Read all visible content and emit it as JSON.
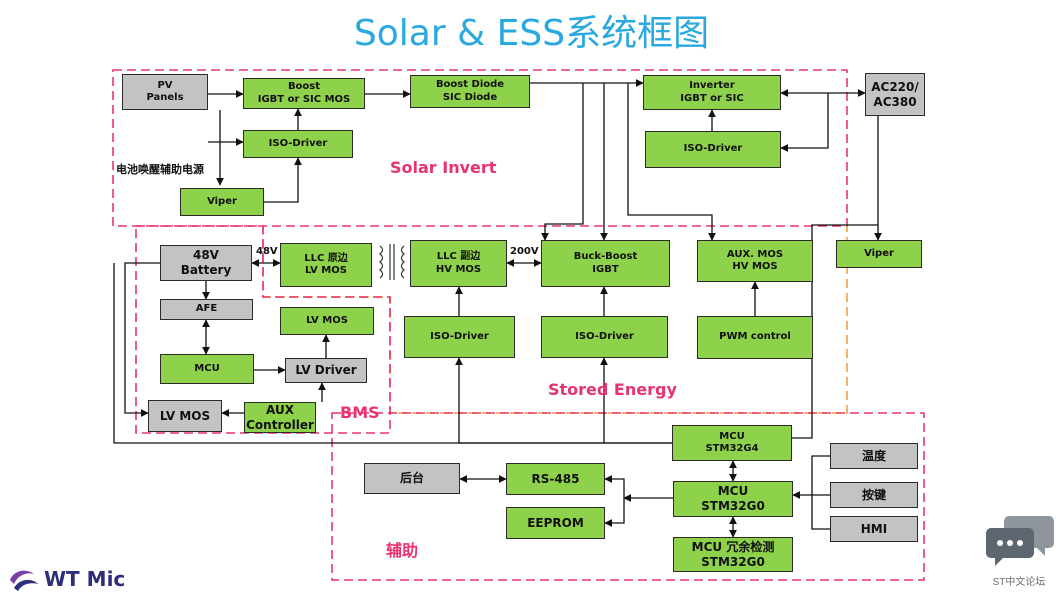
{
  "title": "Solar & ESS系统框图",
  "regions": {
    "solar": "Solar Invert",
    "stored": "Stored Energy",
    "bms": "BMS",
    "aux": "辅助"
  },
  "notes": {
    "wake_power": "电池唤醒辅助电源",
    "v48": "48V",
    "v200": "200V"
  },
  "blocks": {
    "pv": "PV\nPanels",
    "boost": "Boost\nIGBT or SIC MOS",
    "boost_diode": "Boost Diode\nSIC Diode",
    "inverter": "Inverter\nIGBT or SIC",
    "ac": "AC220/\nAC380",
    "iso_boost": "ISO-Driver",
    "iso_inv": "ISO-Driver",
    "viper_left": "Viper",
    "viper_right": "Viper",
    "battery": "48V\nBattery",
    "llc_pri": "LLC 原边\nLV MOS",
    "llc_sec": "LLC 副边\nHV MOS",
    "buckboost": "Buck-Boost\nIGBT",
    "aux_mos": "AUX. MOS\nHV MOS",
    "afe": "AFE",
    "lv_mos_top": "LV MOS",
    "mcu_bms": "MCU",
    "lv_driver": "LV Driver",
    "lv_mos_bottom": "LV MOS",
    "aux_ctrl": "AUX\nController",
    "iso_llc": "ISO-Driver",
    "iso_bb": "ISO-Driver",
    "pwm": "PWM control",
    "mcu_g4": "MCU\nSTM32G4",
    "backend": "后台",
    "rs485": "RS-485",
    "eeprom": "EEPROM",
    "mcu_g0": "MCU\nSTM32G0",
    "mcu_red": "MCU 冗余检测\nSTM32G0",
    "temp": "温度",
    "key": "按键",
    "hmi": "HMI"
  },
  "logo": {
    "text": "WT Mic",
    "icon": "wt-swirl-logo-icon"
  },
  "forum": {
    "text": "ST中文论坛",
    "icon": "chat-bubble-icon"
  }
}
